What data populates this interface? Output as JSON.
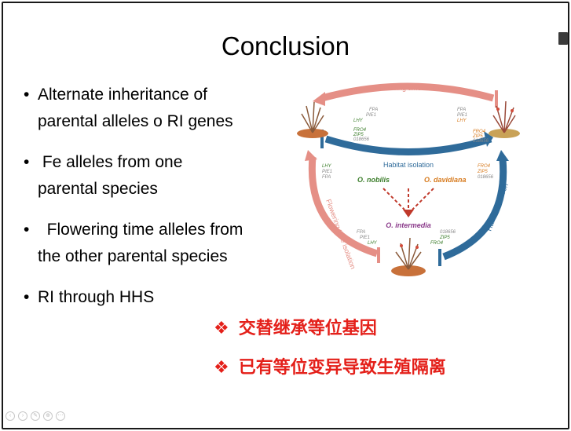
{
  "slide": {
    "title": "Conclusion",
    "bullets": [
      {
        "line1": "Alternate inheritance of",
        "line2": "parental alleles o RI genes"
      },
      {
        "line1": " Fe alleles from one",
        "line2": "parental species"
      },
      {
        "line1": "  Flowering time alleles from",
        "line2": "the other parental species"
      },
      {
        "line1": "RI through HHS",
        "line2": ""
      }
    ],
    "bullet_glyph": "•",
    "chinese_points": [
      {
        "glyph": "❖",
        "text": "交替继承等位基因"
      },
      {
        "glyph": "❖",
        "text": "已有等位变异导致生殖隔离"
      }
    ]
  },
  "diagram": {
    "top_arrow_label": "Flowering time isolation",
    "middle_arrow_label": "Habitat isolation",
    "left_arrow_label": "Flowering time isolation",
    "right_arrow_label": "Habitat isolation",
    "species_left": "O. nobilis",
    "species_right": "O. davidiana",
    "species_center": "O. intermedia",
    "genes_top_left": [
      "FPA",
      "PIE1",
      "LHY"
    ],
    "genes_top_right": [
      "FPA",
      "PIE1",
      "LHY"
    ],
    "genes_mid_right": [
      "FRO4",
      "ZIP5",
      "018656"
    ],
    "genes_mid_left": [
      "FRO4",
      "ZIP5",
      "018656"
    ],
    "genes_left_side": [
      "LHY",
      "PIE1",
      "FPA"
    ],
    "genes_right_side": [
      "FRO4",
      "ZIP5",
      "018656"
    ],
    "genes_bottom_left": [
      "FPA",
      "PIE1",
      "LHY"
    ],
    "genes_bottom_right": [
      "018656",
      "ZIP5",
      "FRO4"
    ],
    "colors": {
      "flowering": "#e58f86",
      "habitat": "#2f6b9a",
      "green_gene": "#3b7d2a",
      "orange_gene": "#d77a1d",
      "center_species": "#8a3a8a",
      "dashed": "#c0392b"
    }
  },
  "controls": {
    "icons": [
      "prev-icon",
      "next-icon",
      "pen-icon",
      "zoom-icon",
      "menu-icon"
    ]
  }
}
